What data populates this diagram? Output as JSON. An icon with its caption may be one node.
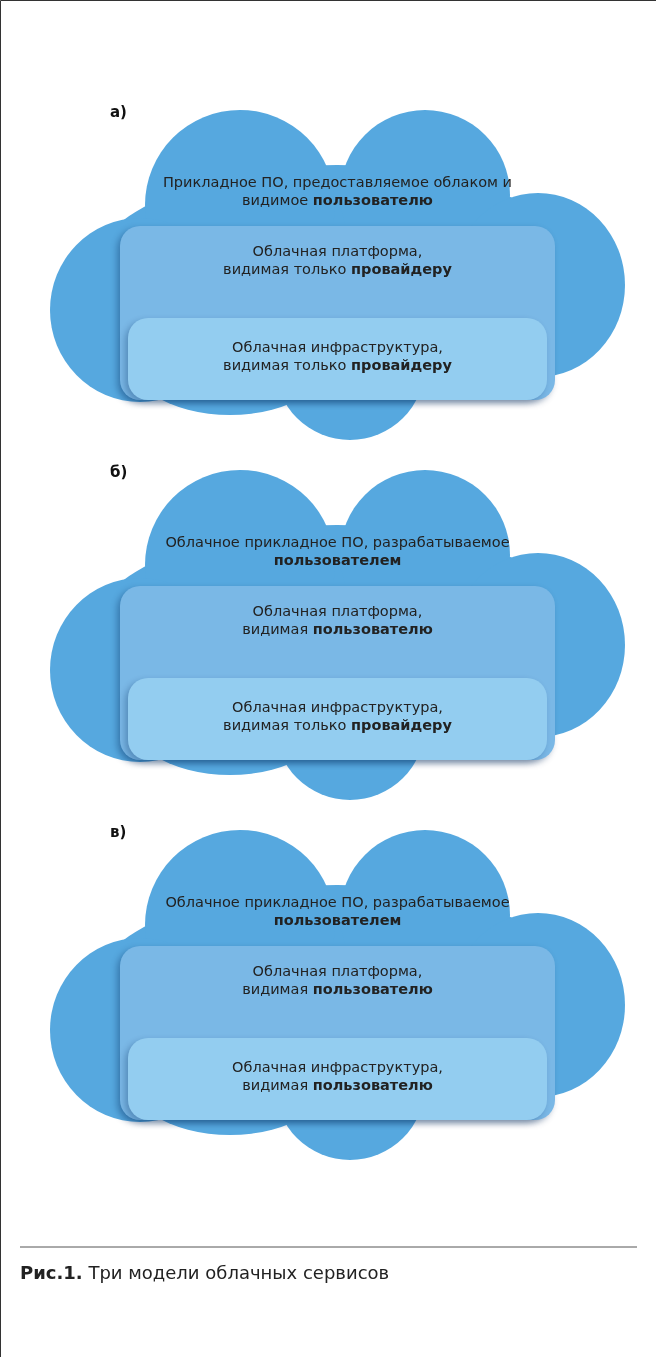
{
  "diagram": {
    "caption": "**Рис.1.** Три модели облачных сервисов",
    "nodes": [
      {
        "text": [
          "Прикладное ПО, предоставляемое облаком и видимое **пользователю**"
        ]
      },
      {
        "text": [
          "Облачная платформа, видимая только **провайдеру**"
        ],
        "in": 0
      },
      {
        "text": [
          "Облачная инфраструктура, видимая только **провайдеру**"
        ],
        "in": 1
      },
      {
        "text": [
          "Облачное прикладное ПО, разрабатываемое **пользователем**"
        ]
      },
      {
        "text": [
          "Облачная платформа, видимая **пользователю**"
        ],
        "in": 3
      },
      {
        "text": [
          "Облачная инфраструктура, видимая только **провайдеру**"
        ],
        "in": 4
      },
      {
        "text": [
          "Облачное прикладное ПО, разрабатываемое **пользователем**"
        ]
      },
      {
        "text": [
          "Облачная платформа, видимая **пользователю**"
        ],
        "in": 6
      },
      {
        "text": [
          "Облачная инфраструктура, видимая **пользователю**"
        ],
        "in": 7
      }
    ],
    "edges": [],
    "labels": [
      "а)",
      "б)",
      "в)"
    ]
  }
}
